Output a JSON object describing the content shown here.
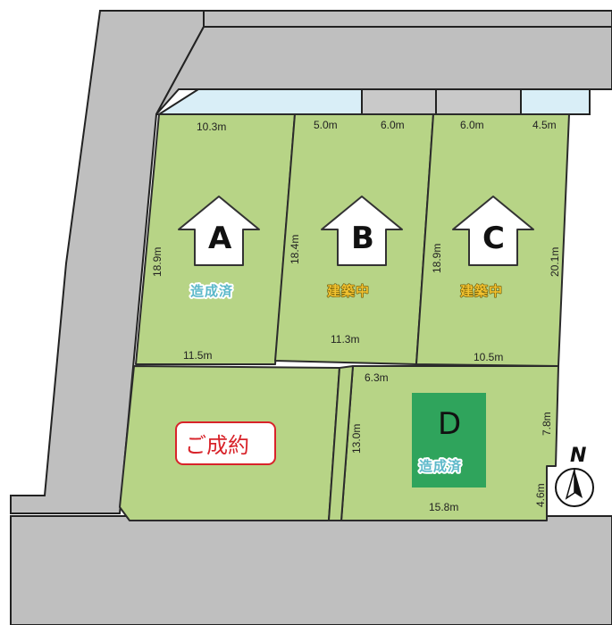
{
  "colors": {
    "road": "#bfbfbf",
    "road_edge": "#222222",
    "lot": "#b7d486",
    "lot_edge": "#2b2b2b",
    "water": "#d9eef7",
    "sold_red": "#d8232a",
    "lot_d_box": "#2fa45c",
    "status_done": "#5bb8c9",
    "status_building": "#f2c230"
  },
  "icons": {
    "compass": "north-compass-icon",
    "house": "house-arrow-icon"
  },
  "compass": {
    "label": "N"
  },
  "lots": [
    {
      "id": "A",
      "letter": "A",
      "status": "造成済",
      "status_kind": "done",
      "dims": {
        "top": "10.3m",
        "left": "18.9m",
        "bottom": "11.5m"
      }
    },
    {
      "id": "B",
      "letter": "B",
      "status": "建築中",
      "status_kind": "building",
      "dims": {
        "top_left": "5.0m",
        "top_right": "6.0m",
        "left": "18.4m",
        "bottom": "11.3m"
      }
    },
    {
      "id": "C",
      "letter": "C",
      "status": "建築中",
      "status_kind": "building",
      "dims": {
        "top_left": "6.0m",
        "top_right": "4.5m",
        "left": "18.9m",
        "right": "20.1m",
        "bottom": "10.5m"
      }
    },
    {
      "id": "D",
      "letter": "D",
      "status": "造成済",
      "status_kind": "done",
      "dims": {
        "top": "6.3m",
        "left": "13.0m",
        "right": "7.8m",
        "right_small": "4.6m",
        "bottom": "15.8m"
      }
    },
    {
      "id": "sold",
      "badge": "ご成約"
    }
  ]
}
